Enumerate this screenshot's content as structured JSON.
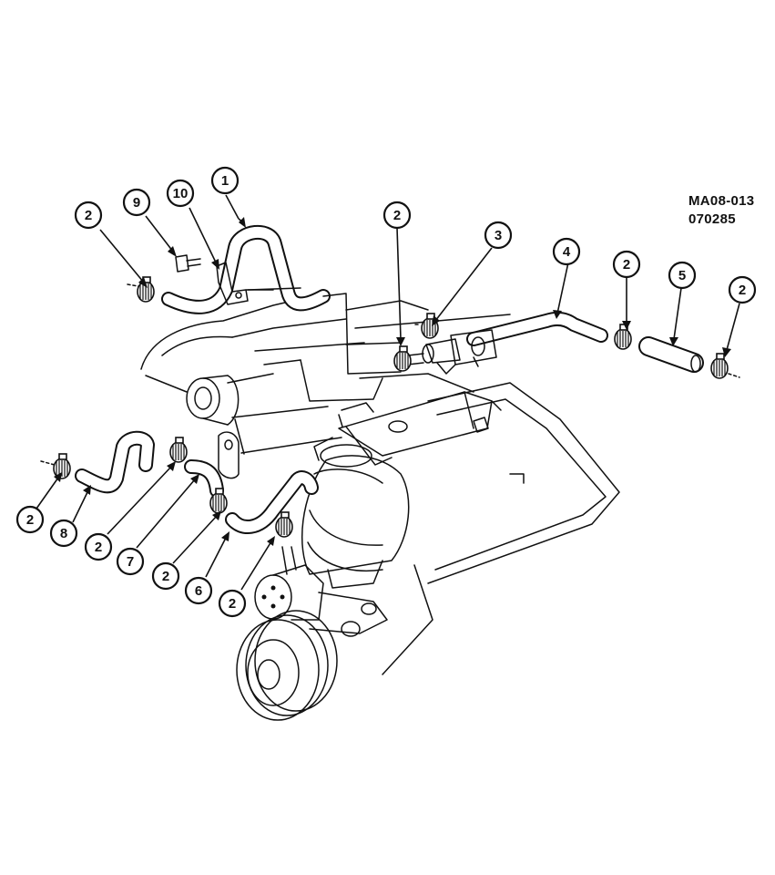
{
  "reference": {
    "code": "MA08-013",
    "date": "070285"
  },
  "callouts": [
    {
      "id": "c1",
      "label": "1"
    },
    {
      "id": "c2a",
      "label": "2"
    },
    {
      "id": "c9",
      "label": "9"
    },
    {
      "id": "c10",
      "label": "10"
    },
    {
      "id": "c2b",
      "label": "2"
    },
    {
      "id": "c3",
      "label": "3"
    },
    {
      "id": "c4",
      "label": "4"
    },
    {
      "id": "c2c",
      "label": "2"
    },
    {
      "id": "c5",
      "label": "5"
    },
    {
      "id": "c2d",
      "label": "2"
    },
    {
      "id": "c2e",
      "label": "2"
    },
    {
      "id": "c8",
      "label": "8"
    },
    {
      "id": "c2f",
      "label": "2"
    },
    {
      "id": "c7",
      "label": "7"
    },
    {
      "id": "c2g",
      "label": "2"
    },
    {
      "id": "c6",
      "label": "6"
    },
    {
      "id": "c2h",
      "label": "2"
    }
  ]
}
